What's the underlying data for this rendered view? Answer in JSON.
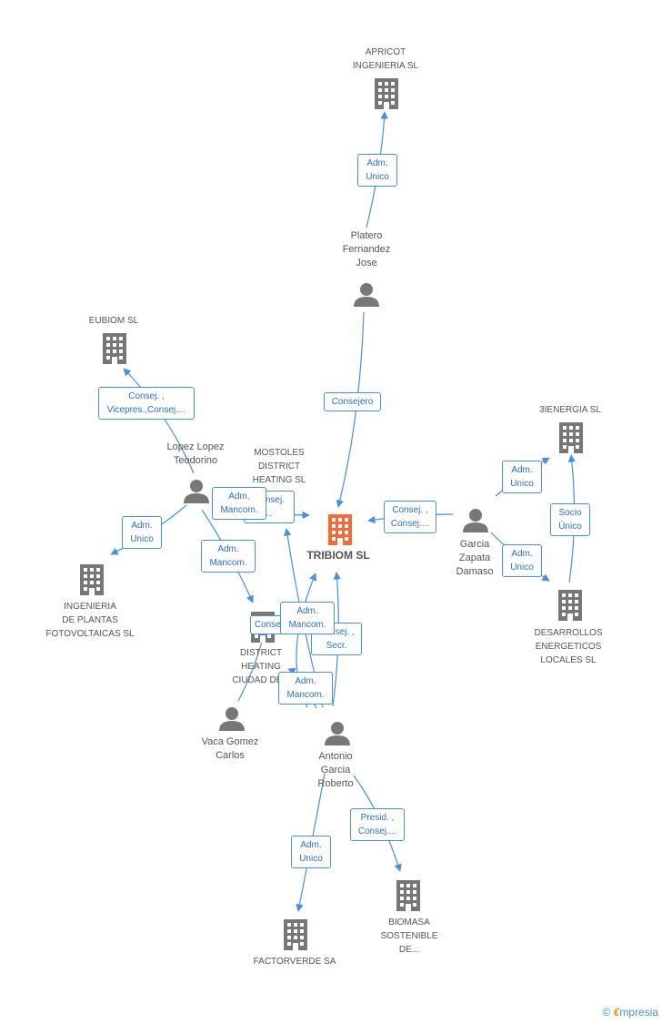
{
  "nodes": {
    "apricot": "APRICOT\nINGENIERIA  SL",
    "platero": "Platero\nFernandez\nJose",
    "eubiom": "EUBIOM SL",
    "lopez": "Lopez Lopez\nTeodorino",
    "mostoles": "MOSTOLES\nDISTRICT\nHEATING SL",
    "tribiom": "TRIBIOM SL",
    "energia3": "3IENERGIA SL",
    "garcia_zapata": "Garcia\nZapata\nDamaso",
    "ingenieria_plantas": "INGENIERIA\nDE PLANTAS\nFOTOVOLTAICAS SL",
    "district_heating": "DISTRICT\nHEATING\nCIUDAD DE...",
    "desarrollos": "DESARROLLOS\nENERGETICOS\nLOCALES SL",
    "vaca": "Vaca Gomez\nCarlos",
    "antonio": "Antonio\nGarcia\nRoberto",
    "factorverde": "FACTORVERDE SA",
    "biomasa": "BIOMASA\nSOSTENIBLE\nDE..."
  },
  "edges": {
    "platero_apricot": "Adm.\nUnico",
    "platero_tribiom": "Consejero",
    "lopez_eubiom": "Consej. ,\nVicepres.,Consej....",
    "lopez_plantas": "Adm.\nUnico",
    "lopez_mostoles": "Adm.\nMancom.",
    "lopez_district": "Adm.\nMancom.",
    "consej_hidden": "Consej.\n...",
    "garcia_tribiom": "Consej. ,\nConsej....",
    "garcia_3ienergia": "Adm.\nUnico",
    "garcia_desarrollos": "Adm.\nUnico",
    "desarrollos_3ienergia": "Socio\nÚnico",
    "antonio_tribiom_1": "Adm.\nMancom.",
    "antonio_tribiom_2": "Consej. ,\nSecr.",
    "antonio_district": "Adm.\nMancom.",
    "district_consej": "Consej....",
    "antonio_factorverde": "Adm.\nUnico",
    "antonio_biomasa": "Presid. ,\nConsej...."
  },
  "footer": {
    "copyright": "©",
    "brand_e": "€",
    "brand_rest": "mpresia"
  },
  "colors": {
    "main_company": "#f26b3a",
    "company": "#7a7a7a",
    "person": "#777777",
    "edge": "#4a8fdb"
  }
}
